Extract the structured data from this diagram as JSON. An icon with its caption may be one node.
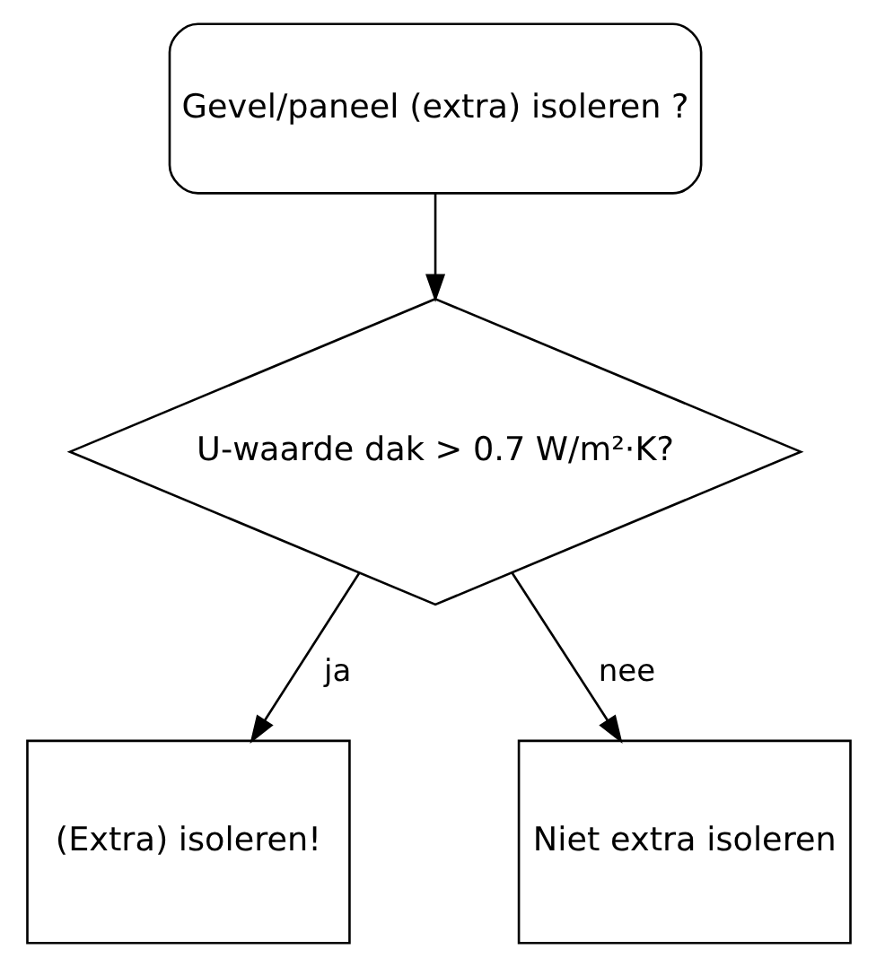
{
  "diagram": {
    "nodes": [
      {
        "text": [
          "Gevel/paneel (extra) isoleren ?"
        ]
      },
      {
        "text": [
          "U-waarde dak > 0.7 W/m²·K?"
        ]
      },
      {
        "text": [
          "(Extra) isoleren!"
        ]
      },
      {
        "text": [
          "Niet extra isoleren"
        ]
      }
    ],
    "edges": [
      {
        "from": 0,
        "to": 1,
        "arrow": "to"
      },
      {
        "from": 1,
        "to": 2,
        "arrow": "to",
        "label": "ja"
      },
      {
        "from": 1,
        "to": 3,
        "arrow": "to",
        "label": "nee"
      }
    ]
  }
}
